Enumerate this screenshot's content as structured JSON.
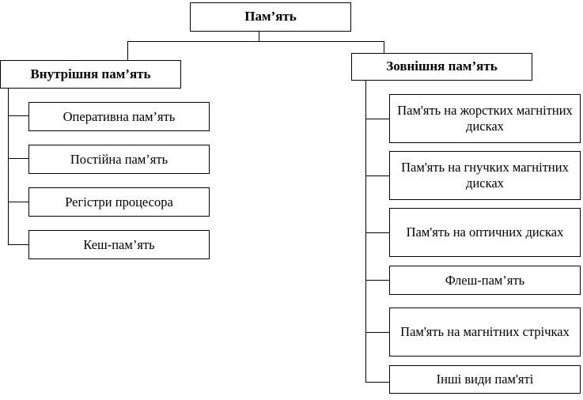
{
  "root": {
    "label": "Пам’ять"
  },
  "internal": {
    "label": "Внутрішня пам’ять",
    "items": [
      "Оперативна пам’ять",
      "Постійна пам’ять",
      "Регістри процесора",
      "Кеш-пам’ять"
    ]
  },
  "external": {
    "label": "Зовнішня пам’ять",
    "items": [
      "Пам'ять на жорстких магнітних дисках",
      "Пам'ять на гнучких магнітних дисках",
      "Пам'ять на оптичних дисках",
      "Флеш-пам’ять",
      "Пам'ять на магнітних стрічках",
      "Інші види пам'яті"
    ]
  }
}
